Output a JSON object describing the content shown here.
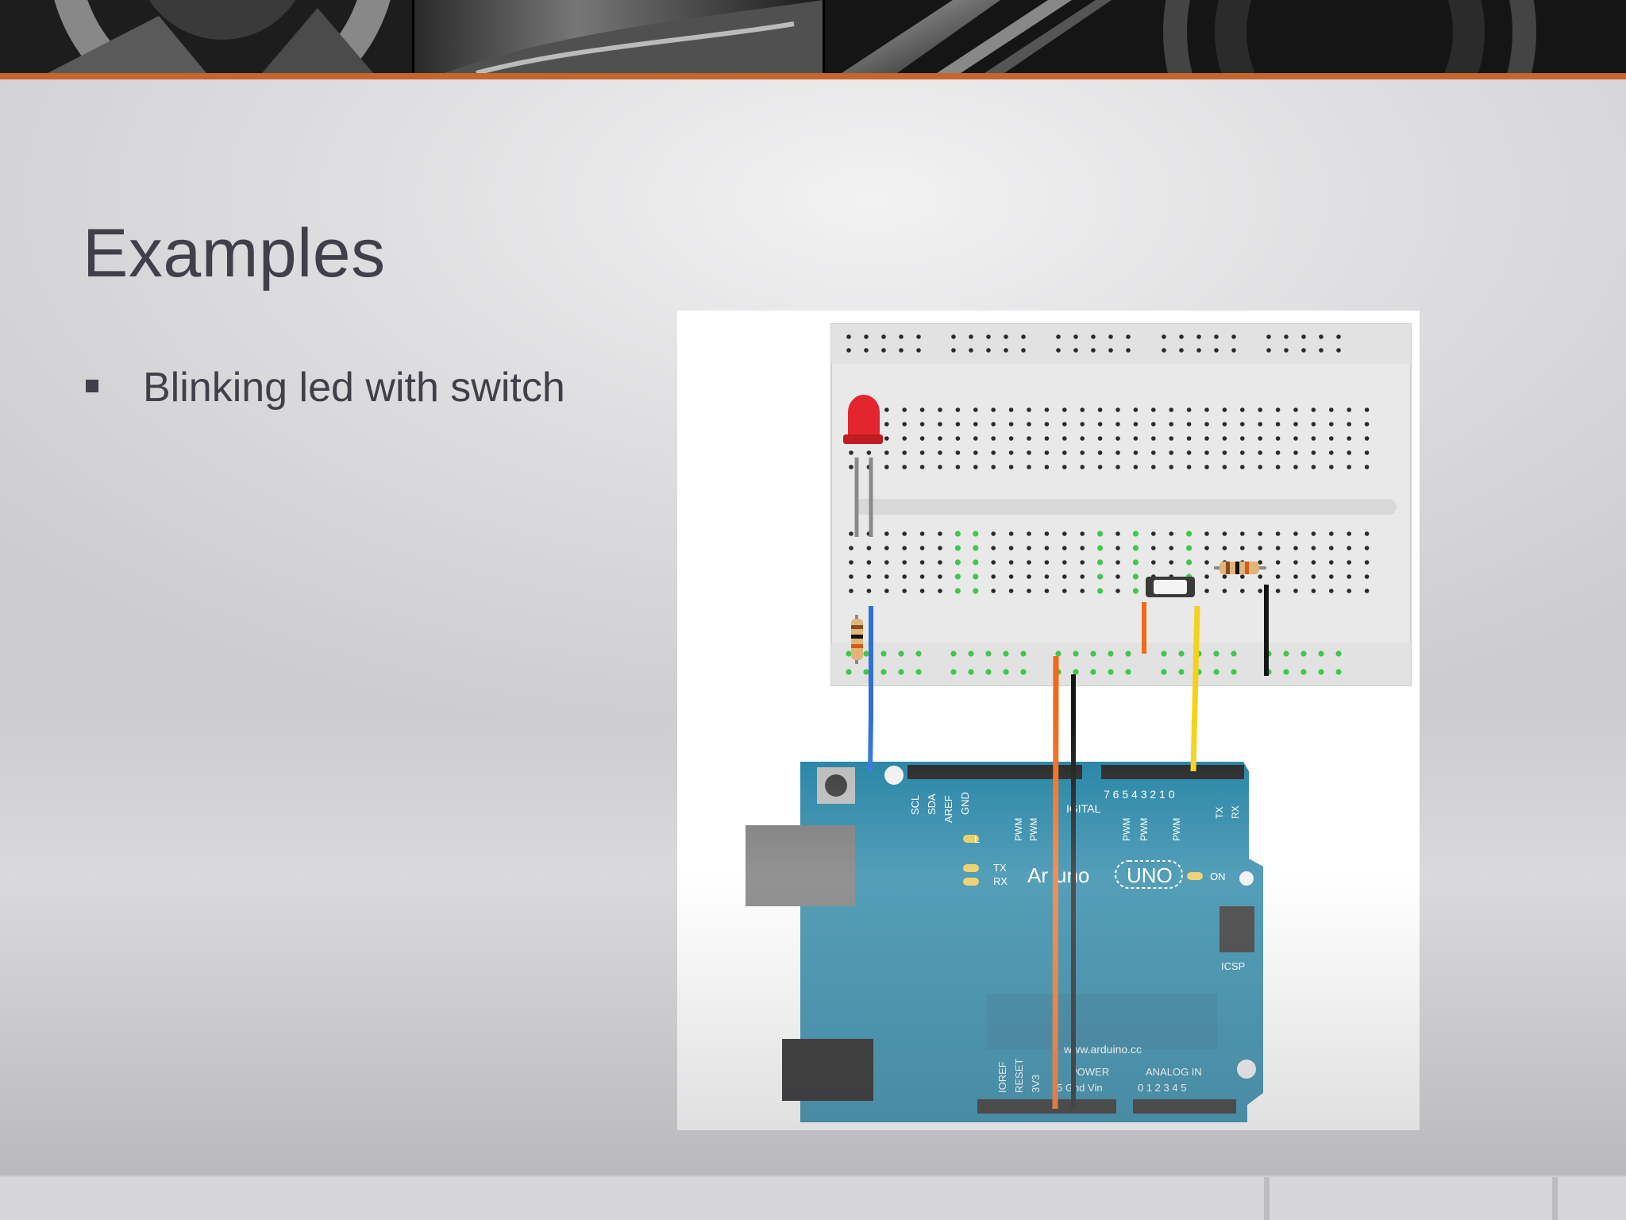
{
  "slide": {
    "title": "Examples",
    "bullets": [
      {
        "text": "Blinking led with switch"
      }
    ]
  },
  "figure": {
    "board": {
      "brand_left": "Ar",
      "brand_right": "uno",
      "model": "UNO",
      "url": "www.arduino.cc",
      "pins_top": [
        "SCL",
        "SDA",
        "AREF",
        "GND"
      ],
      "digital_label": "IGITAL",
      "digital_nums": "7 6 5 4 3 2 1 0",
      "pwm": "PWM",
      "tx": "TX",
      "rx": "RX",
      "led_l": "L",
      "on": "ON",
      "icsp": "ICSP",
      "power_pins": [
        "IOREF",
        "RESET",
        "3V3"
      ],
      "power_label": "POWER",
      "power_nums": "5   Gnd  Vin",
      "analog_label": "ANALOG IN",
      "analog_nums": "0 1 2 3 4 5"
    }
  },
  "colors": {
    "accent": "#c8642f",
    "text": "#40404a",
    "board": "#1b7ea1",
    "wire_blue": "#2f6fd6",
    "wire_orange": "#f06a1a",
    "wire_yellow": "#f5d21a",
    "wire_black": "#151515",
    "led_red": "#e3262e"
  }
}
